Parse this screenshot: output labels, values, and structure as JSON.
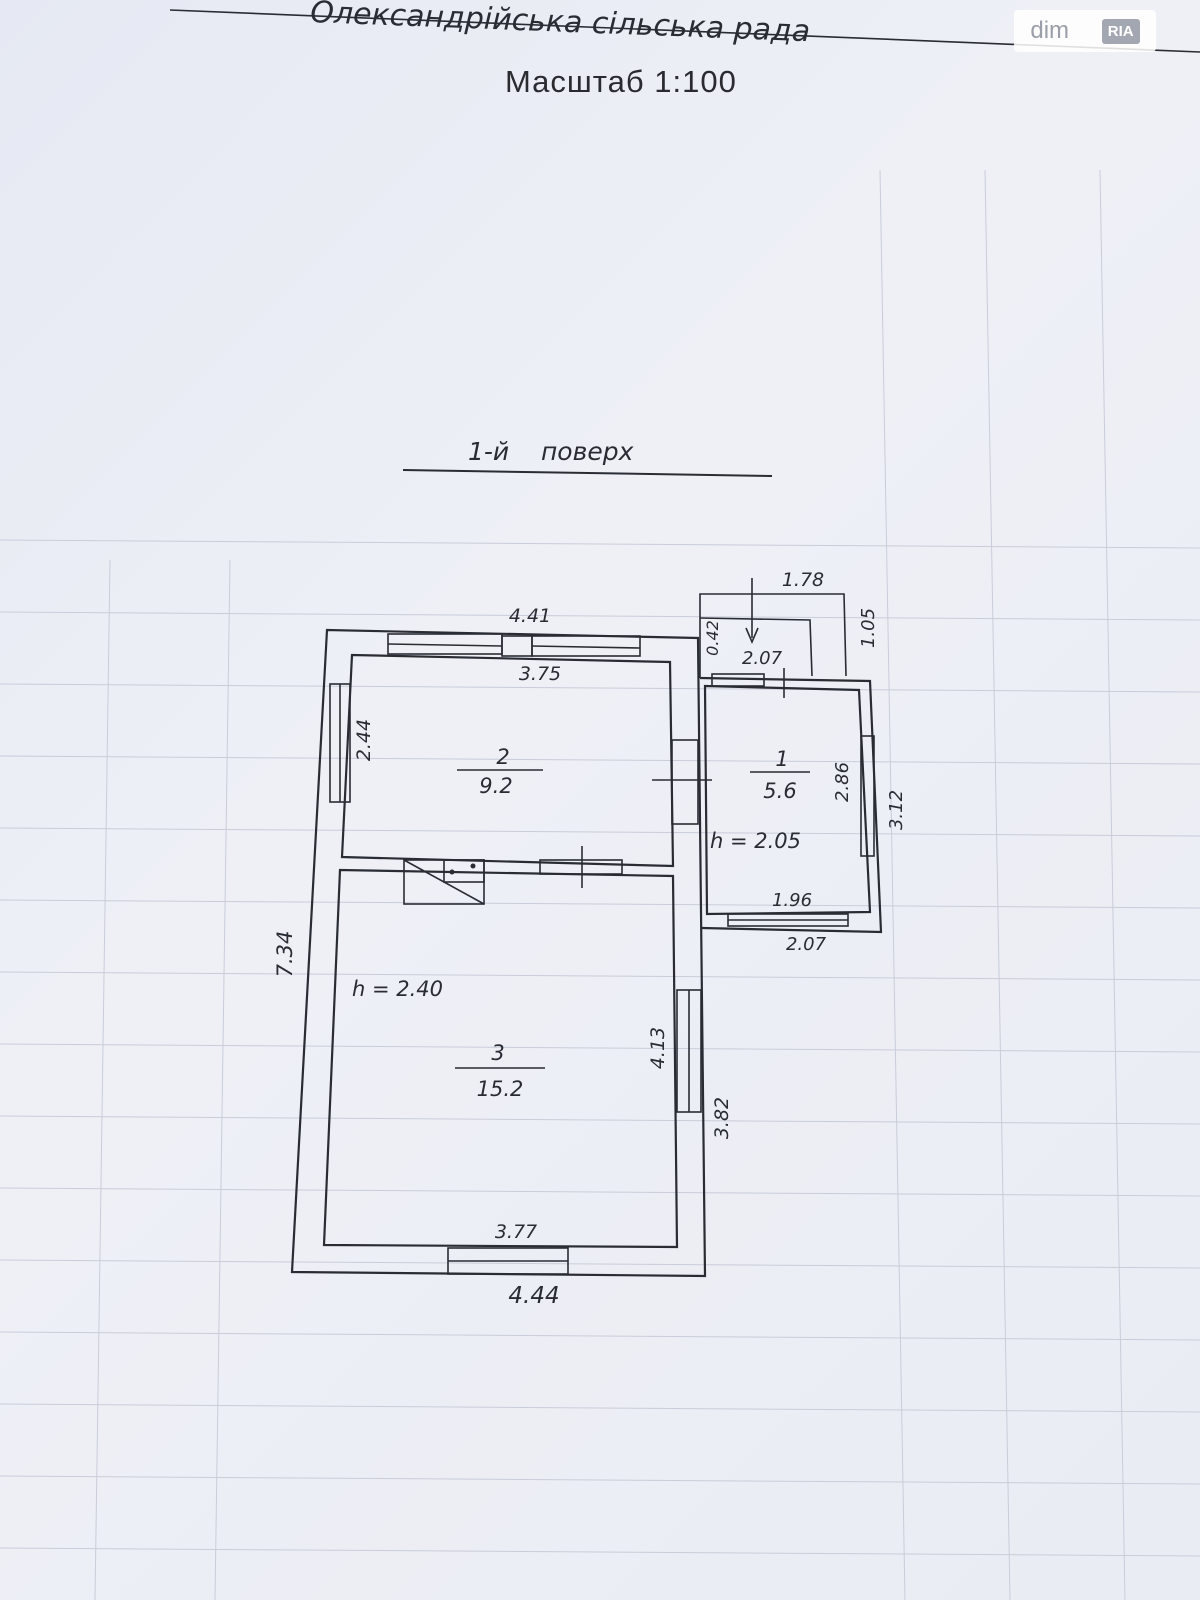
{
  "header": {
    "council": "Олександрійська сільська рада",
    "scale": "Масштаб  1:100"
  },
  "plan": {
    "floor_title": "1-й    поверх",
    "rooms": [
      {
        "number": "1",
        "area": "5.6",
        "height": "h = 2.05"
      },
      {
        "number": "2",
        "area": "9.2"
      },
      {
        "number": "3",
        "area": "15.2",
        "height": "h = 2.40"
      }
    ],
    "dimensions": {
      "top_outer": "4.41",
      "top_inner": "3.75",
      "room2_side": "2.44",
      "left_outer": "7.34",
      "bottom_outer": "4.44",
      "bottom_inner": "3.77",
      "room3_side": "4.13",
      "right_outer": "3.82",
      "porch_top": "1.78",
      "porch_side": "1.05",
      "porch_small": "0.42",
      "room1_top": "2.07",
      "room1_side": "2.86",
      "room1_outer_side": "3.12",
      "room1_bottom_inner": "1.96",
      "room1_bottom_outer": "2.07"
    }
  },
  "watermark": {
    "left": "dim",
    "right": "RIA"
  }
}
